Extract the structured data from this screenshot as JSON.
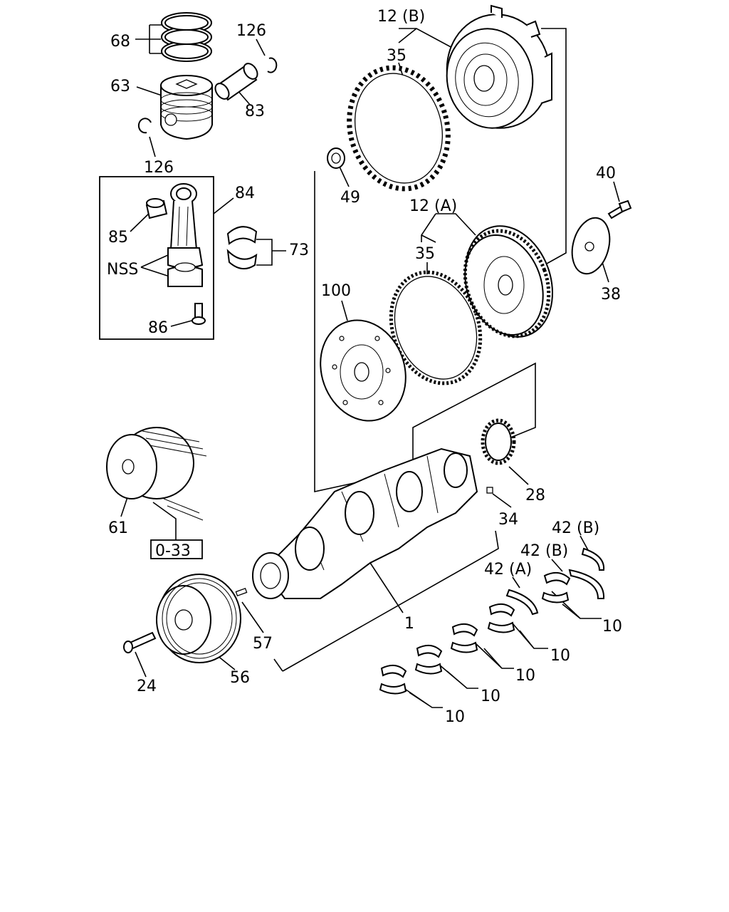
{
  "diagram": {
    "callouts": {
      "c68": "68",
      "c126a": "126",
      "c63": "63",
      "c83": "83",
      "c126b": "126",
      "c84": "84",
      "c85": "85",
      "c73": "73",
      "cNSS": "NSS",
      "c86": "86",
      "c12B": "12 (B)",
      "c35a": "35",
      "c49": "49",
      "c40": "40",
      "c12A": "12 (A)",
      "c35b": "35",
      "c38": "38",
      "c100": "100",
      "c28": "28",
      "c34": "34",
      "c61": "61",
      "c033": "0-33",
      "c42Ba": "42 (B)",
      "c42Bb": "42 (B)",
      "c42A": "42 (A)",
      "c1": "1",
      "c10a": "10",
      "c10b": "10",
      "c10c": "10",
      "c10d": "10",
      "c10e": "10",
      "c57": "57",
      "c24": "24",
      "c56": "56"
    }
  }
}
